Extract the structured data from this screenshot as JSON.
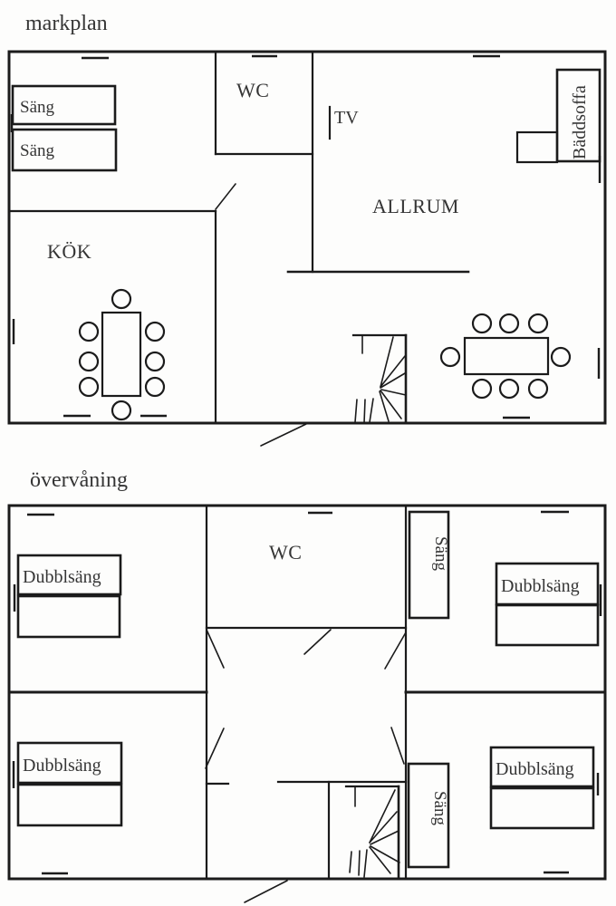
{
  "diagram": {
    "type": "floor-plan",
    "colors": {
      "wall": "#1b1b1b",
      "text": "#353535",
      "background": "#fdfdfc"
    },
    "floors": [
      {
        "title": "markplan",
        "rooms": {
          "wc": "WC",
          "allrum": "ALLRUM",
          "kok": "KÖK"
        },
        "furniture": {
          "bed1": "Säng",
          "bed2": "Säng",
          "sofa_bed": "Bäddsoffa",
          "tv": "TV"
        }
      },
      {
        "title": "övervåning",
        "rooms": {
          "wc": "WC"
        },
        "furniture": {
          "double_bed_nw": "Dubblsäng",
          "double_bed_ne": "Dubblsäng",
          "double_bed_sw": "Dubblsäng",
          "double_bed_se": "Dubblsäng",
          "single_bed_ne": "Säng",
          "single_bed_s": "Säng"
        }
      }
    ]
  }
}
